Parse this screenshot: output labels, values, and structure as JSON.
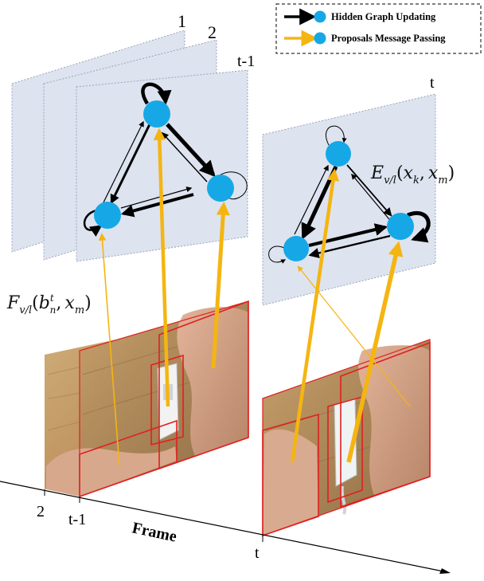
{
  "legend": {
    "items": [
      {
        "label": "Hidden Graph Updating",
        "arrow_color": "#000000",
        "node_color": "#16a8e6"
      },
      {
        "label": "Proposals Message Passing",
        "arrow_color": "#f5b511",
        "node_color": "#16a8e6"
      }
    ]
  },
  "graph_layer_labels": {
    "first": "1",
    "second": "2",
    "prev": "t-1",
    "current": "t"
  },
  "formulas": {
    "edge": {
      "letter": "E",
      "sub": "v/l",
      "args_open": "(",
      "x1": "x",
      "x1_sub": "k",
      "comma": ",",
      "x2": "x",
      "x2_sub": "m",
      "args_close": ")"
    },
    "feature": {
      "letter": "F",
      "sub": "v/l",
      "args_open": "(",
      "b": "b",
      "b_sup": "t",
      "b_sub": "n",
      "comma": ",",
      "x2": "x",
      "x2_sub": "m",
      "args_close": ")"
    }
  },
  "axis": {
    "tick_2": "2",
    "tick_t1": "t-1",
    "tick_t": "t",
    "label": "Frame"
  },
  "colors": {
    "layer_fill": "#dde3ef",
    "layer_stroke": "#9aa4b8",
    "node": "#16a8e6",
    "proposal_box": "#e02020",
    "proposal_arrow": "#f5b511"
  }
}
